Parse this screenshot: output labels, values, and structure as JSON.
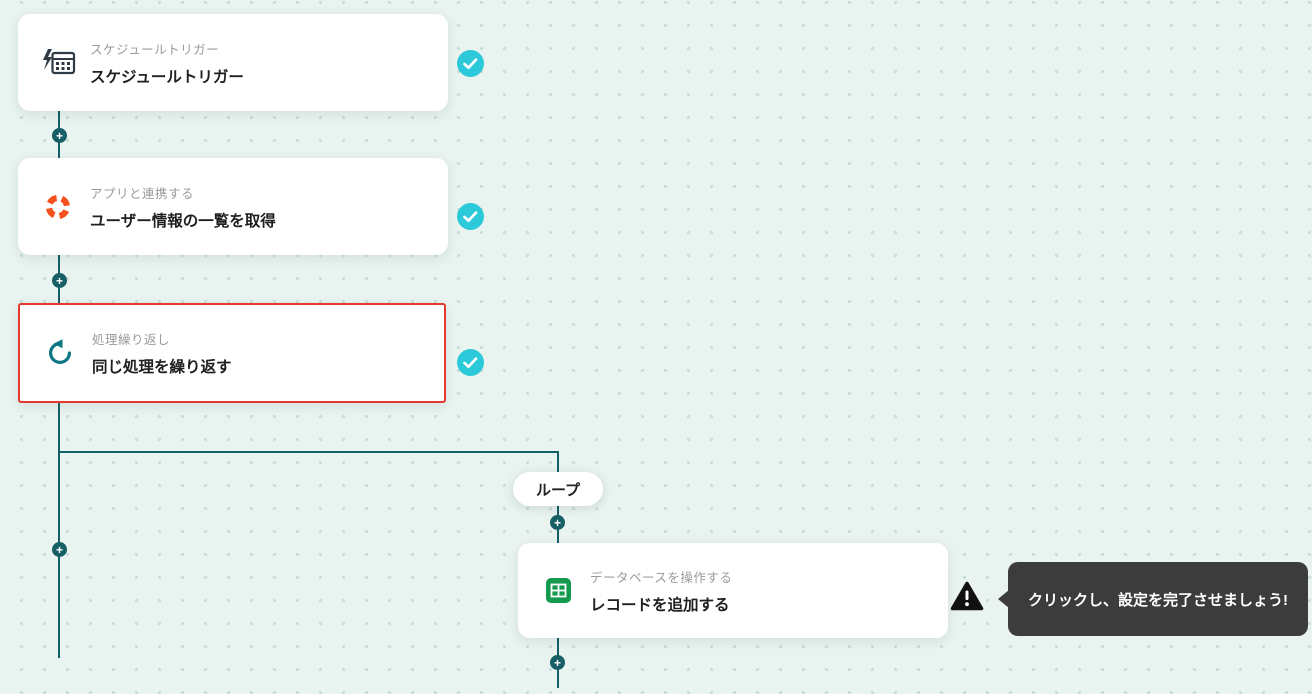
{
  "canvas": {
    "name": "workflow-canvas"
  },
  "colors": {
    "background": "#e9f3f0",
    "dot": "#c8ddd8",
    "connector": "#175f66",
    "check_badge": "#2bc9d9",
    "alert_border": "#e6382c",
    "tooltip_bg": "#3c3c3c",
    "icon_schedule": "#2e3b46",
    "icon_lifebuoy": "#f4511e",
    "icon_repeat": "#0c7683",
    "icon_spreadsheet": "#149a4e",
    "warning_icon": "#111111"
  },
  "nodes": [
    {
      "label": "スケジュールトリガー",
      "title": "スケジュールトリガー",
      "icon": "calendar-lightning-icon",
      "status": "complete"
    },
    {
      "label": "アプリと連携する",
      "title": "ユーザー情報の一覧を取得",
      "icon": "lifebuoy-icon",
      "status": "complete"
    },
    {
      "label": "処理繰り返し",
      "title": "同じ処理を繰り返す",
      "icon": "repeat-icon",
      "status": "complete",
      "selected": true
    },
    {
      "label": "データベースを操作する",
      "title": "レコードを追加する",
      "icon": "spreadsheet-icon",
      "status": "incomplete"
    }
  ],
  "loop_badge": {
    "label": "ループ"
  },
  "connectors": {
    "plus_label": "+"
  },
  "tooltip": {
    "text": "クリックし、設定を完了させましょう!"
  }
}
